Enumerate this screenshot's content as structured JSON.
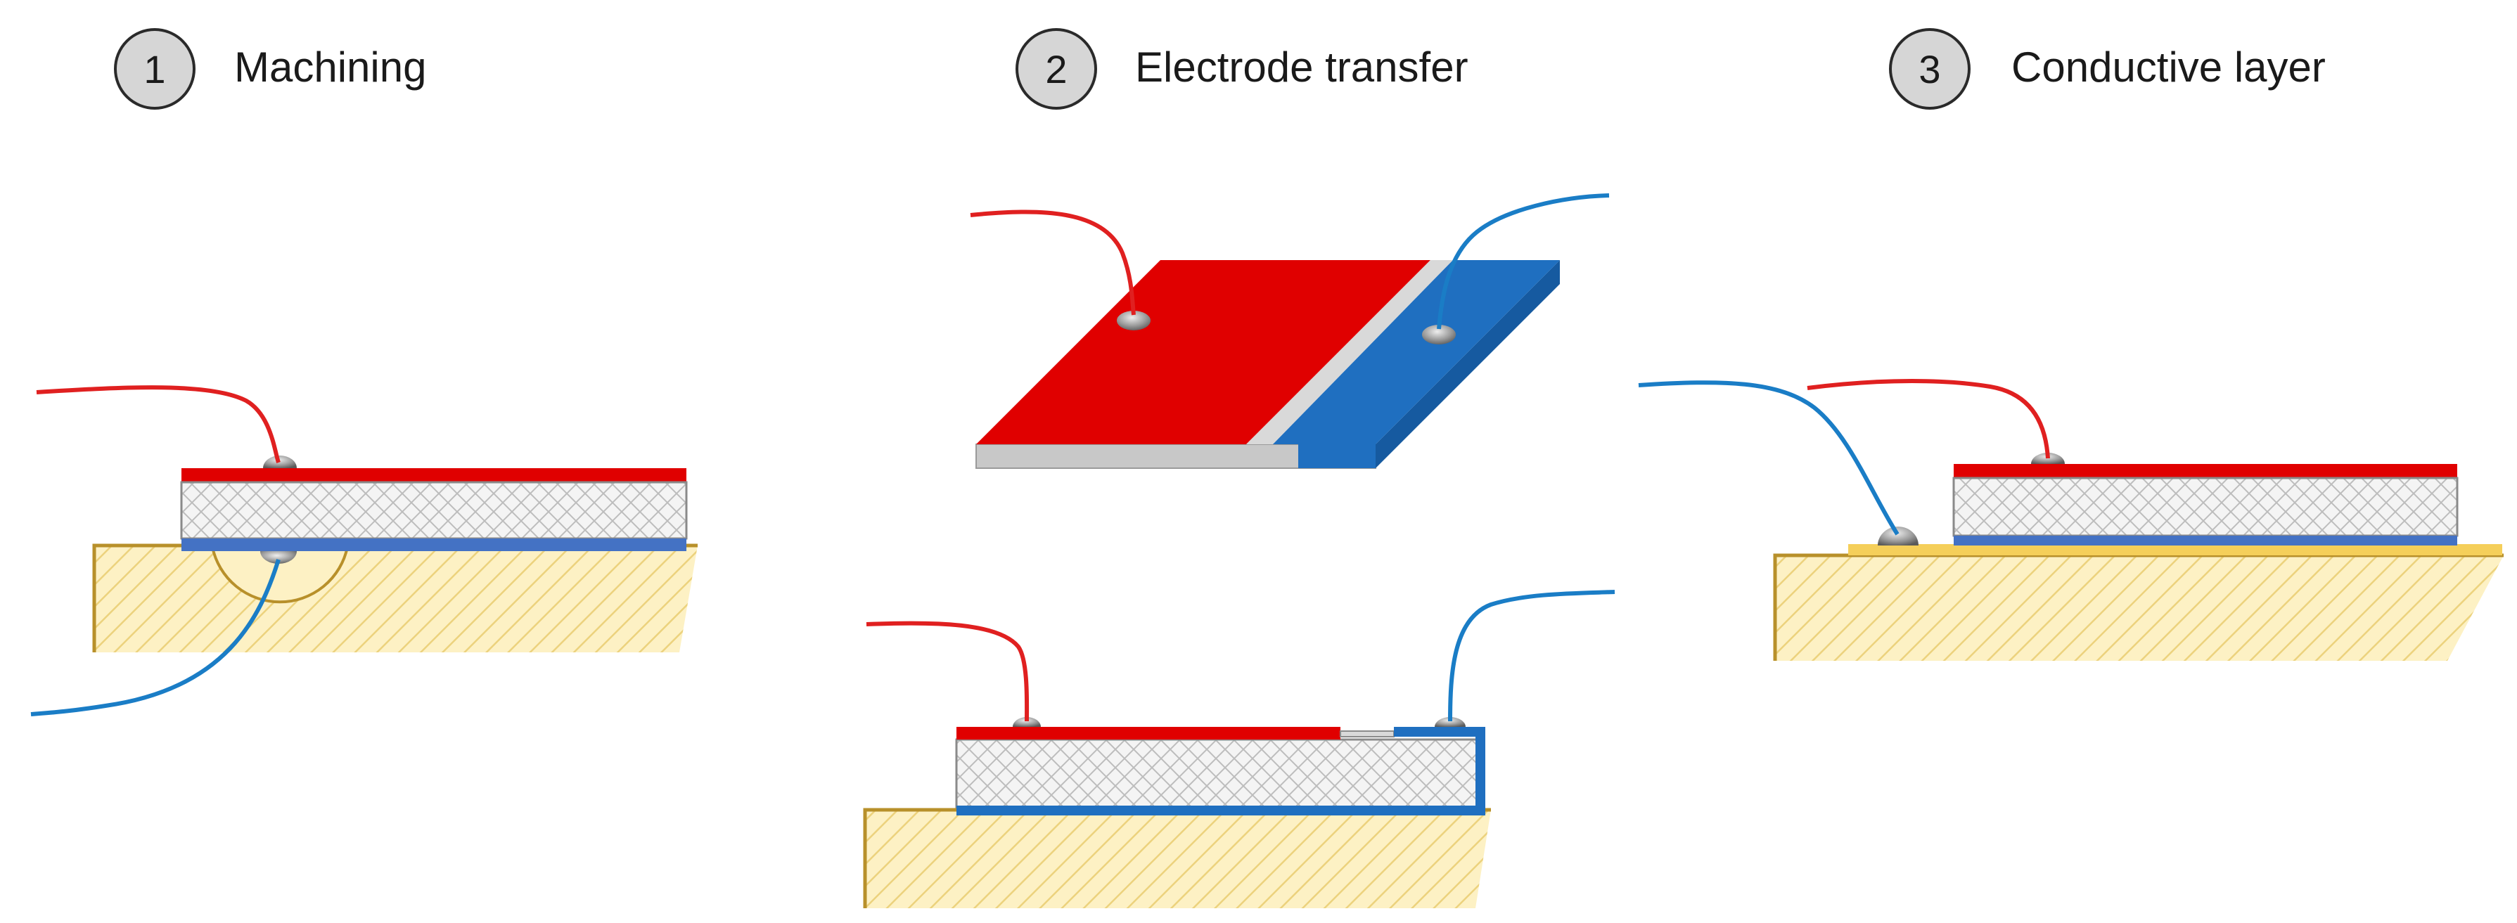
{
  "steps": [
    {
      "number": "1",
      "label": "Machining"
    },
    {
      "number": "2",
      "label": "Electrode transfer"
    },
    {
      "number": "3",
      "label": "Conductive layer"
    }
  ],
  "colors": {
    "top_electrode": "#e00000",
    "bottom_electrode": "#1f6fc0",
    "bottom_electrode_flat": "#4472c4",
    "ceramic": "#d9d9d9",
    "substrate_fill": "#fdf1c4",
    "substrate_hatch": "#e8c96a",
    "substrate_edge": "#b8902a",
    "conductive_layer": "#f5cf5a",
    "wire_red": "#e02020",
    "wire_blue": "#1a7dc6",
    "solder": "#9a9a9a"
  }
}
